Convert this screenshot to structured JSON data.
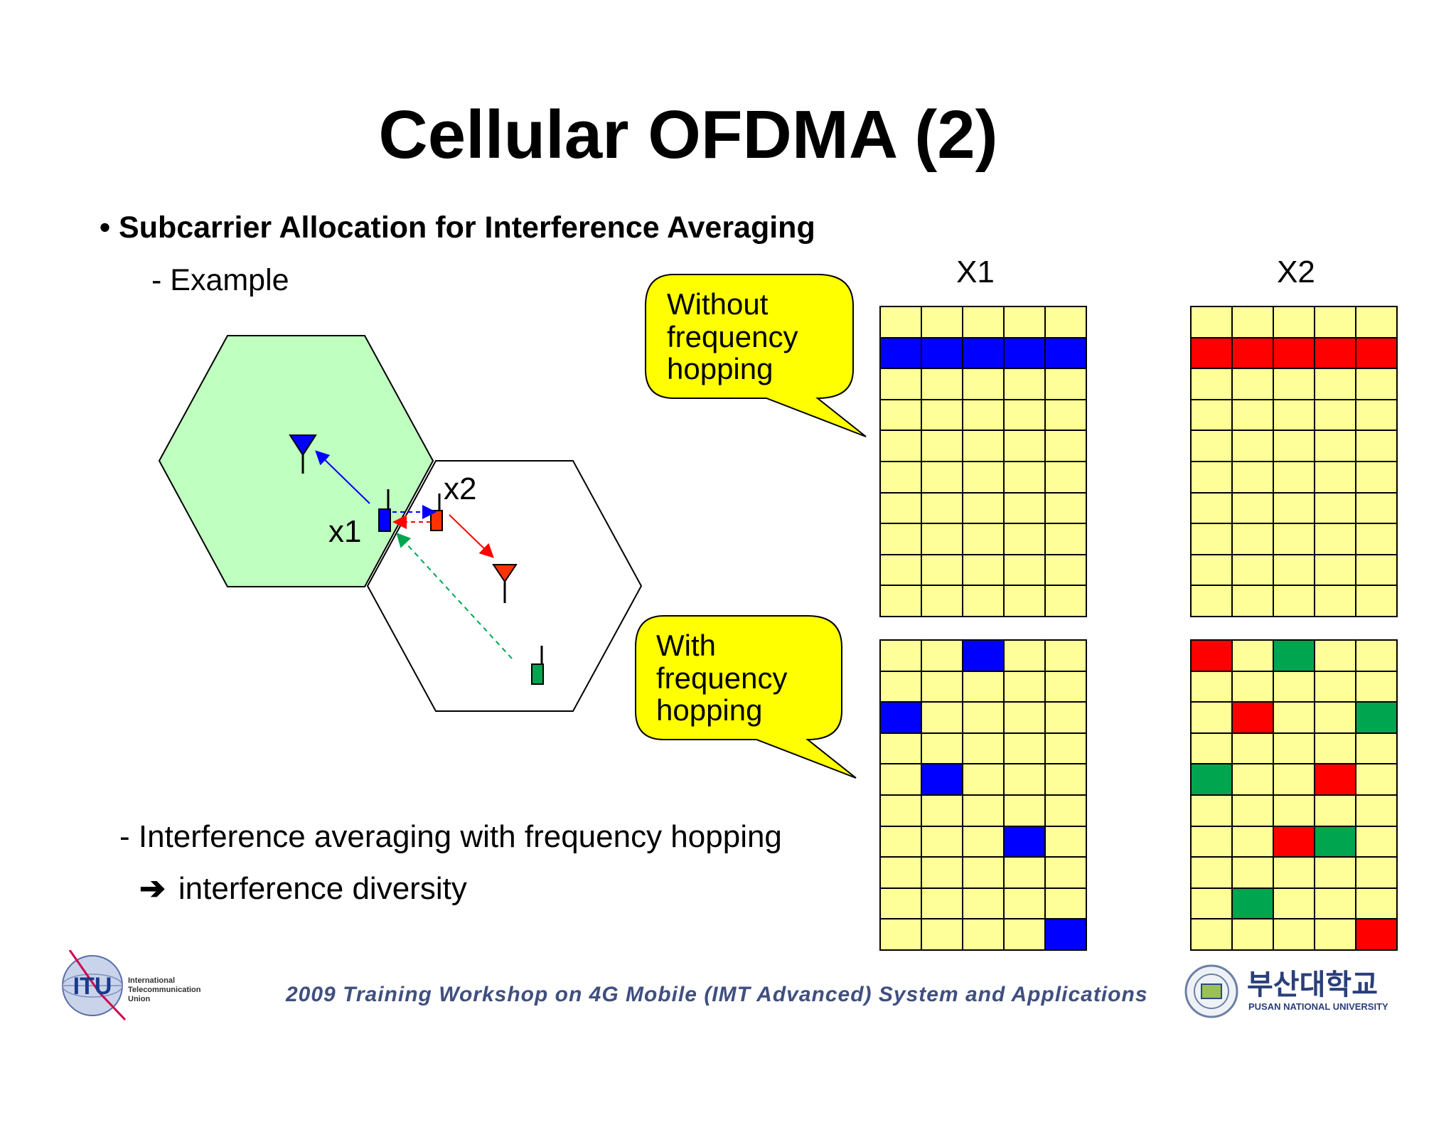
{
  "title": "Cellular OFDMA (2)",
  "bullet": "Subcarrier Allocation for Interference Averaging",
  "bullet_marker": "•",
  "example": "- Example",
  "diagram": {
    "label_x1": "x1",
    "label_x2": "x2",
    "cell_fill": "#bfffbf",
    "bubble_fill": "#ffff00"
  },
  "callout_without": [
    "Without",
    "frequency",
    "hopping"
  ],
  "callout_with": [
    "With",
    "frequency",
    "hopping"
  ],
  "grid_titles": {
    "x1": "X1",
    "x2": "X2"
  },
  "colors": {
    "cell": "#ffff99",
    "blue": "#0000ff",
    "red": "#ff0000",
    "green": "#00a550"
  },
  "grids": {
    "x1_without": [
      "-----",
      "BBBBB",
      "-----",
      "-----",
      "-----",
      "-----",
      "-----",
      "-----",
      "-----",
      "-----"
    ],
    "x2_without": [
      "-----",
      "RRRRR",
      "-----",
      "-----",
      "-----",
      "-----",
      "-----",
      "-----",
      "-----",
      "-----"
    ],
    "x1_with": [
      "--B--",
      "-----",
      "B----",
      "-----",
      "-B---",
      "-----",
      "---B-",
      "-----",
      "-----",
      "----B"
    ],
    "x2_with": [
      "R-G--",
      "-----",
      "-R--G",
      "-----",
      "G--R-",
      "-----",
      "--RG-",
      "-----",
      "-G---",
      "----R"
    ]
  },
  "note1": "- Interference averaging with frequency hopping",
  "note2_arrow": "➔",
  "note2": "interference diversity",
  "footer": {
    "itu_logo": "ITU",
    "itu_name": [
      "International",
      "Telecommunication",
      "Union"
    ],
    "workshop": "2009 Training Workshop on 4G Mobile (IMT Advanced) System and Applications",
    "pnu_korean": "부산대학교",
    "pnu_english": "PUSAN NATIONAL UNIVERSITY"
  }
}
